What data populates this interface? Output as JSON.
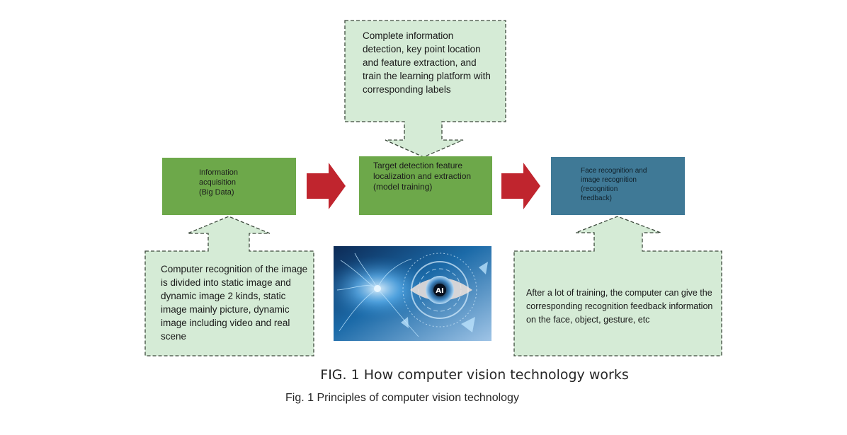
{
  "callouts": {
    "top": "Complete information detection, key point location and feature extraction, and train the learning platform with corresponding labels",
    "left": "Computer recognition of the image is divided into static image and dynamic image 2 kinds, static image mainly picture, dynamic image including video and real scene",
    "right": "After a lot of training, the computer can give the corresponding recognition feedback information on the face, object, gesture, etc"
  },
  "process": {
    "acquisition": {
      "line1": "Information",
      "line2": "acquisition",
      "line3": "(Big Data)"
    },
    "target": "Target detection feature localization and extraction (model training)",
    "face": {
      "line1": "Face recognition and",
      "line2": " image recognition",
      "line3": "(recognition",
      "line4": "feedback)"
    }
  },
  "image": {
    "badge": "AI"
  },
  "colors": {
    "callout_fill": "#d5ebd6",
    "callout_border": "#3d4a3d",
    "process_green": "#6da84a",
    "process_blue": "#3f7996",
    "arrow_red": "#c0252e"
  },
  "captions": {
    "main": "FIG. 1 How computer vision technology works",
    "sub": "Fig. 1 Principles of computer vision technology"
  }
}
